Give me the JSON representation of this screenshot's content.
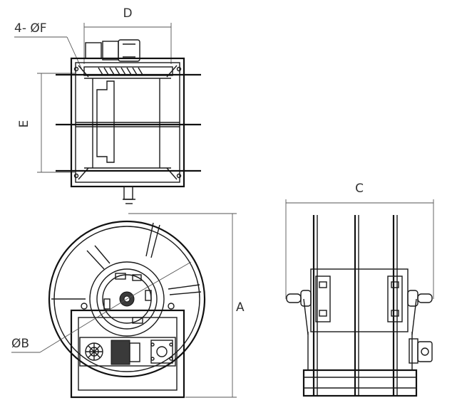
{
  "labels": {
    "d": "D",
    "holes": "4- ØF",
    "e": "E",
    "c": "C",
    "a": "A",
    "b": "ØB"
  },
  "colors": {
    "line": "#1a1a1a",
    "dimension": "#555555",
    "background": "#ffffff"
  }
}
